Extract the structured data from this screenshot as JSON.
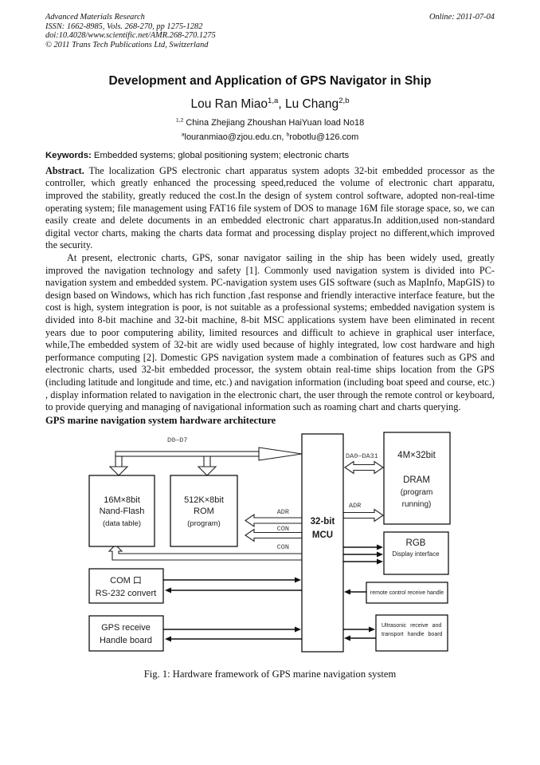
{
  "header": {
    "journal": "Advanced Materials Research",
    "issn_line": "ISSN: 1662-8985, Vols. 268-270, pp 1275-1282",
    "doi_line": "doi:10.4028/www.scientific.net/AMR.268-270.1275",
    "copyright_line": "© 2011 Trans Tech Publications Ltd, Switzerland",
    "online_date": "Online: 2011-07-04"
  },
  "title": "Development and Application of GPS Navigator in Ship",
  "authors": {
    "name1": "Lou Ran Miao",
    "sup1": "1,a",
    "sep": ", ",
    "name2": "Lu Chang",
    "sup2": "2,b"
  },
  "affiliation": {
    "sup": "1,2",
    "text": "China Zhejiang Zhoushan HaiYuan load No18"
  },
  "emails": {
    "sup_a": "a",
    "email_a": "louranmiao@zjou.edu.cn",
    "sep": ", ",
    "sup_b": "b",
    "email_b": "robotlu@126.com"
  },
  "keywords": {
    "label": "Keywords:",
    "text": "Embedded systems; global positioning system; electronic charts"
  },
  "abstract": {
    "label": "Abstract.",
    "text": "The localization GPS electronic chart apparatus system adopts 32-bit embedded processor as the controller, which greatly enhanced the processing speed,reduced the volume of electronic chart apparatu, improved the stability, greatly reduced the cost.In the design of system control software, adopted non-real-time operating system; file management using FAT16 file system of DOS to manage 16M file storage space, so, we can easily create and delete documents in an embedded electronic chart apparatus.In addition,used non-standard digital vector charts, making the charts data format and processing display project no different,which improved the security."
  },
  "intro_paragraph": "At present, electronic charts, GPS, sonar navigator sailing in the ship has been widely used, greatly improved the navigation technology and safety [1]. Commonly used navigation system is divided into PC-navigation system and embedded system. PC-navigation system uses GIS software (such as MapInfo, MapGIS) to design based on Windows, which has rich function ,fast response and friendly interactive interface feature, but the cost is high, system integration is poor, is not suitable as a professional systems; embedded navigation system is divided into 8-bit machine and 32-bit machine, 8-bit MSC applications system have been eliminated in recent years due to poor computering ability, limited resources and difficult to achieve in graphical user interface, while,The embedded system of 32-bit are widly used because of highly integrated, low cost hardware and high performance computing [2]. Domestic GPS navigation system made a combination of features such as GPS and electronic charts, used 32-bit embedded processor, the system obtain real-time ships location from the GPS (including latitude and longitude and time, etc.) and navigation information (including boat speed and course, etc.) , display information related to navigation in the electronic chart, the user through the remote control or keyboard, to provide querying and managing of navigational information such as roaming chart and charts querying.",
  "section_heading": "GPS marine navigation system hardware architecture",
  "figure": {
    "caption": "Fig. 1: Hardware framework of GPS marine navigation system",
    "labels": {
      "data_bus_top": "D0—D7",
      "data_bus_right": "DA0—DA31",
      "adr_to_dram": "ADR",
      "adr_to_rom": "ADR",
      "con_to_rom": "CON",
      "con_to_nand": "CON"
    },
    "boxes": {
      "nand": {
        "lines": [
          "16M×8bit",
          "Nand-Flash",
          "(data table)"
        ]
      },
      "rom": {
        "lines": [
          "512K×8bit",
          "ROM",
          "(program)"
        ]
      },
      "mcu": {
        "lines": [
          "32-bit",
          "MCU"
        ]
      },
      "dram": {
        "lines": [
          "4M×32bit",
          "DRAM",
          "(program",
          "running)"
        ]
      },
      "rgb": {
        "lines": [
          "RGB",
          "Display interface"
        ]
      },
      "com": {
        "lines": [
          "COM 口",
          "RS-232 convert"
        ]
      },
      "gps": {
        "lines": [
          "GPS receive",
          "Handle board"
        ]
      },
      "remote": {
        "lines": [
          "remote control receive handle"
        ]
      },
      "ultrasonic": {
        "lines": [
          "Ultrasonic receive and",
          "transport handle board"
        ]
      }
    }
  }
}
